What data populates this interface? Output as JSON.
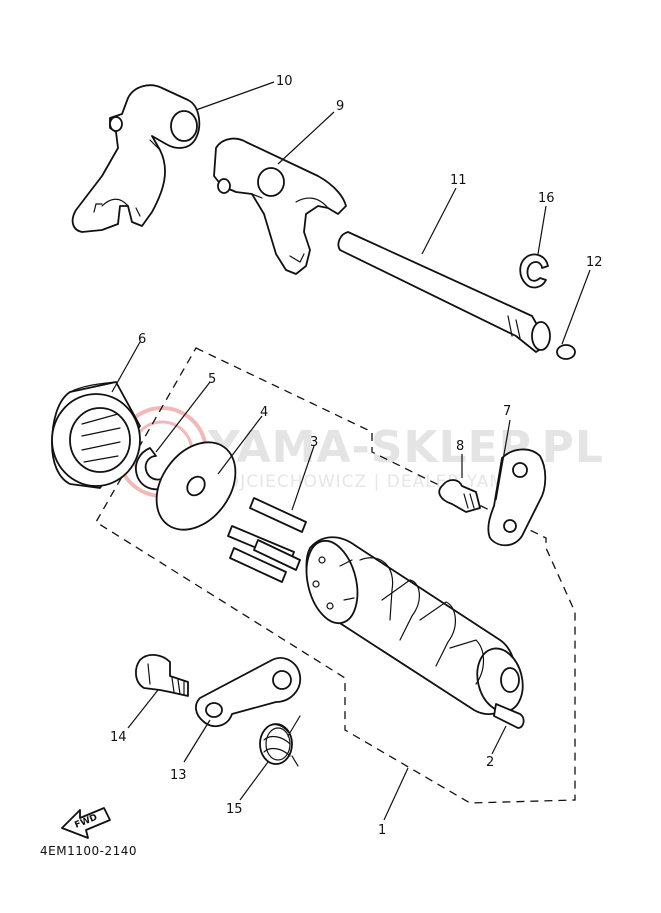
{
  "watermark": {
    "title": "YAMA-SKLEP.PL",
    "subtitle": "WOJCIECHOWICZ | DEALER YAMAHA",
    "ring_color": "#f3b8b8"
  },
  "diagram_code": "4EM1100-2140",
  "fwd_label": "FWD",
  "callouts": [
    "1",
    "2",
    "3",
    "4",
    "5",
    "6",
    "7",
    "8",
    "9",
    "10",
    "11",
    "12",
    "13",
    "14",
    "15",
    "16"
  ],
  "colors": {
    "line": "#111111",
    "watermark": "#e4e4e4"
  }
}
